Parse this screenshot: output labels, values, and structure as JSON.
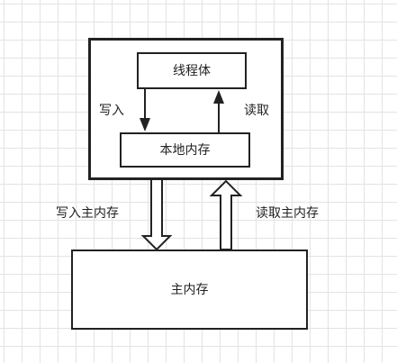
{
  "diagram": {
    "thread_body": "线程体",
    "local_memory": "本地内存",
    "main_memory": "主内存",
    "write_label": "写入",
    "read_label": "读取",
    "write_main_label": "写入主内存",
    "read_main_label": "读取主内存"
  },
  "colors": {
    "stroke": "#222222",
    "grid": "#e3e3e3",
    "background": "#ffffff"
  }
}
